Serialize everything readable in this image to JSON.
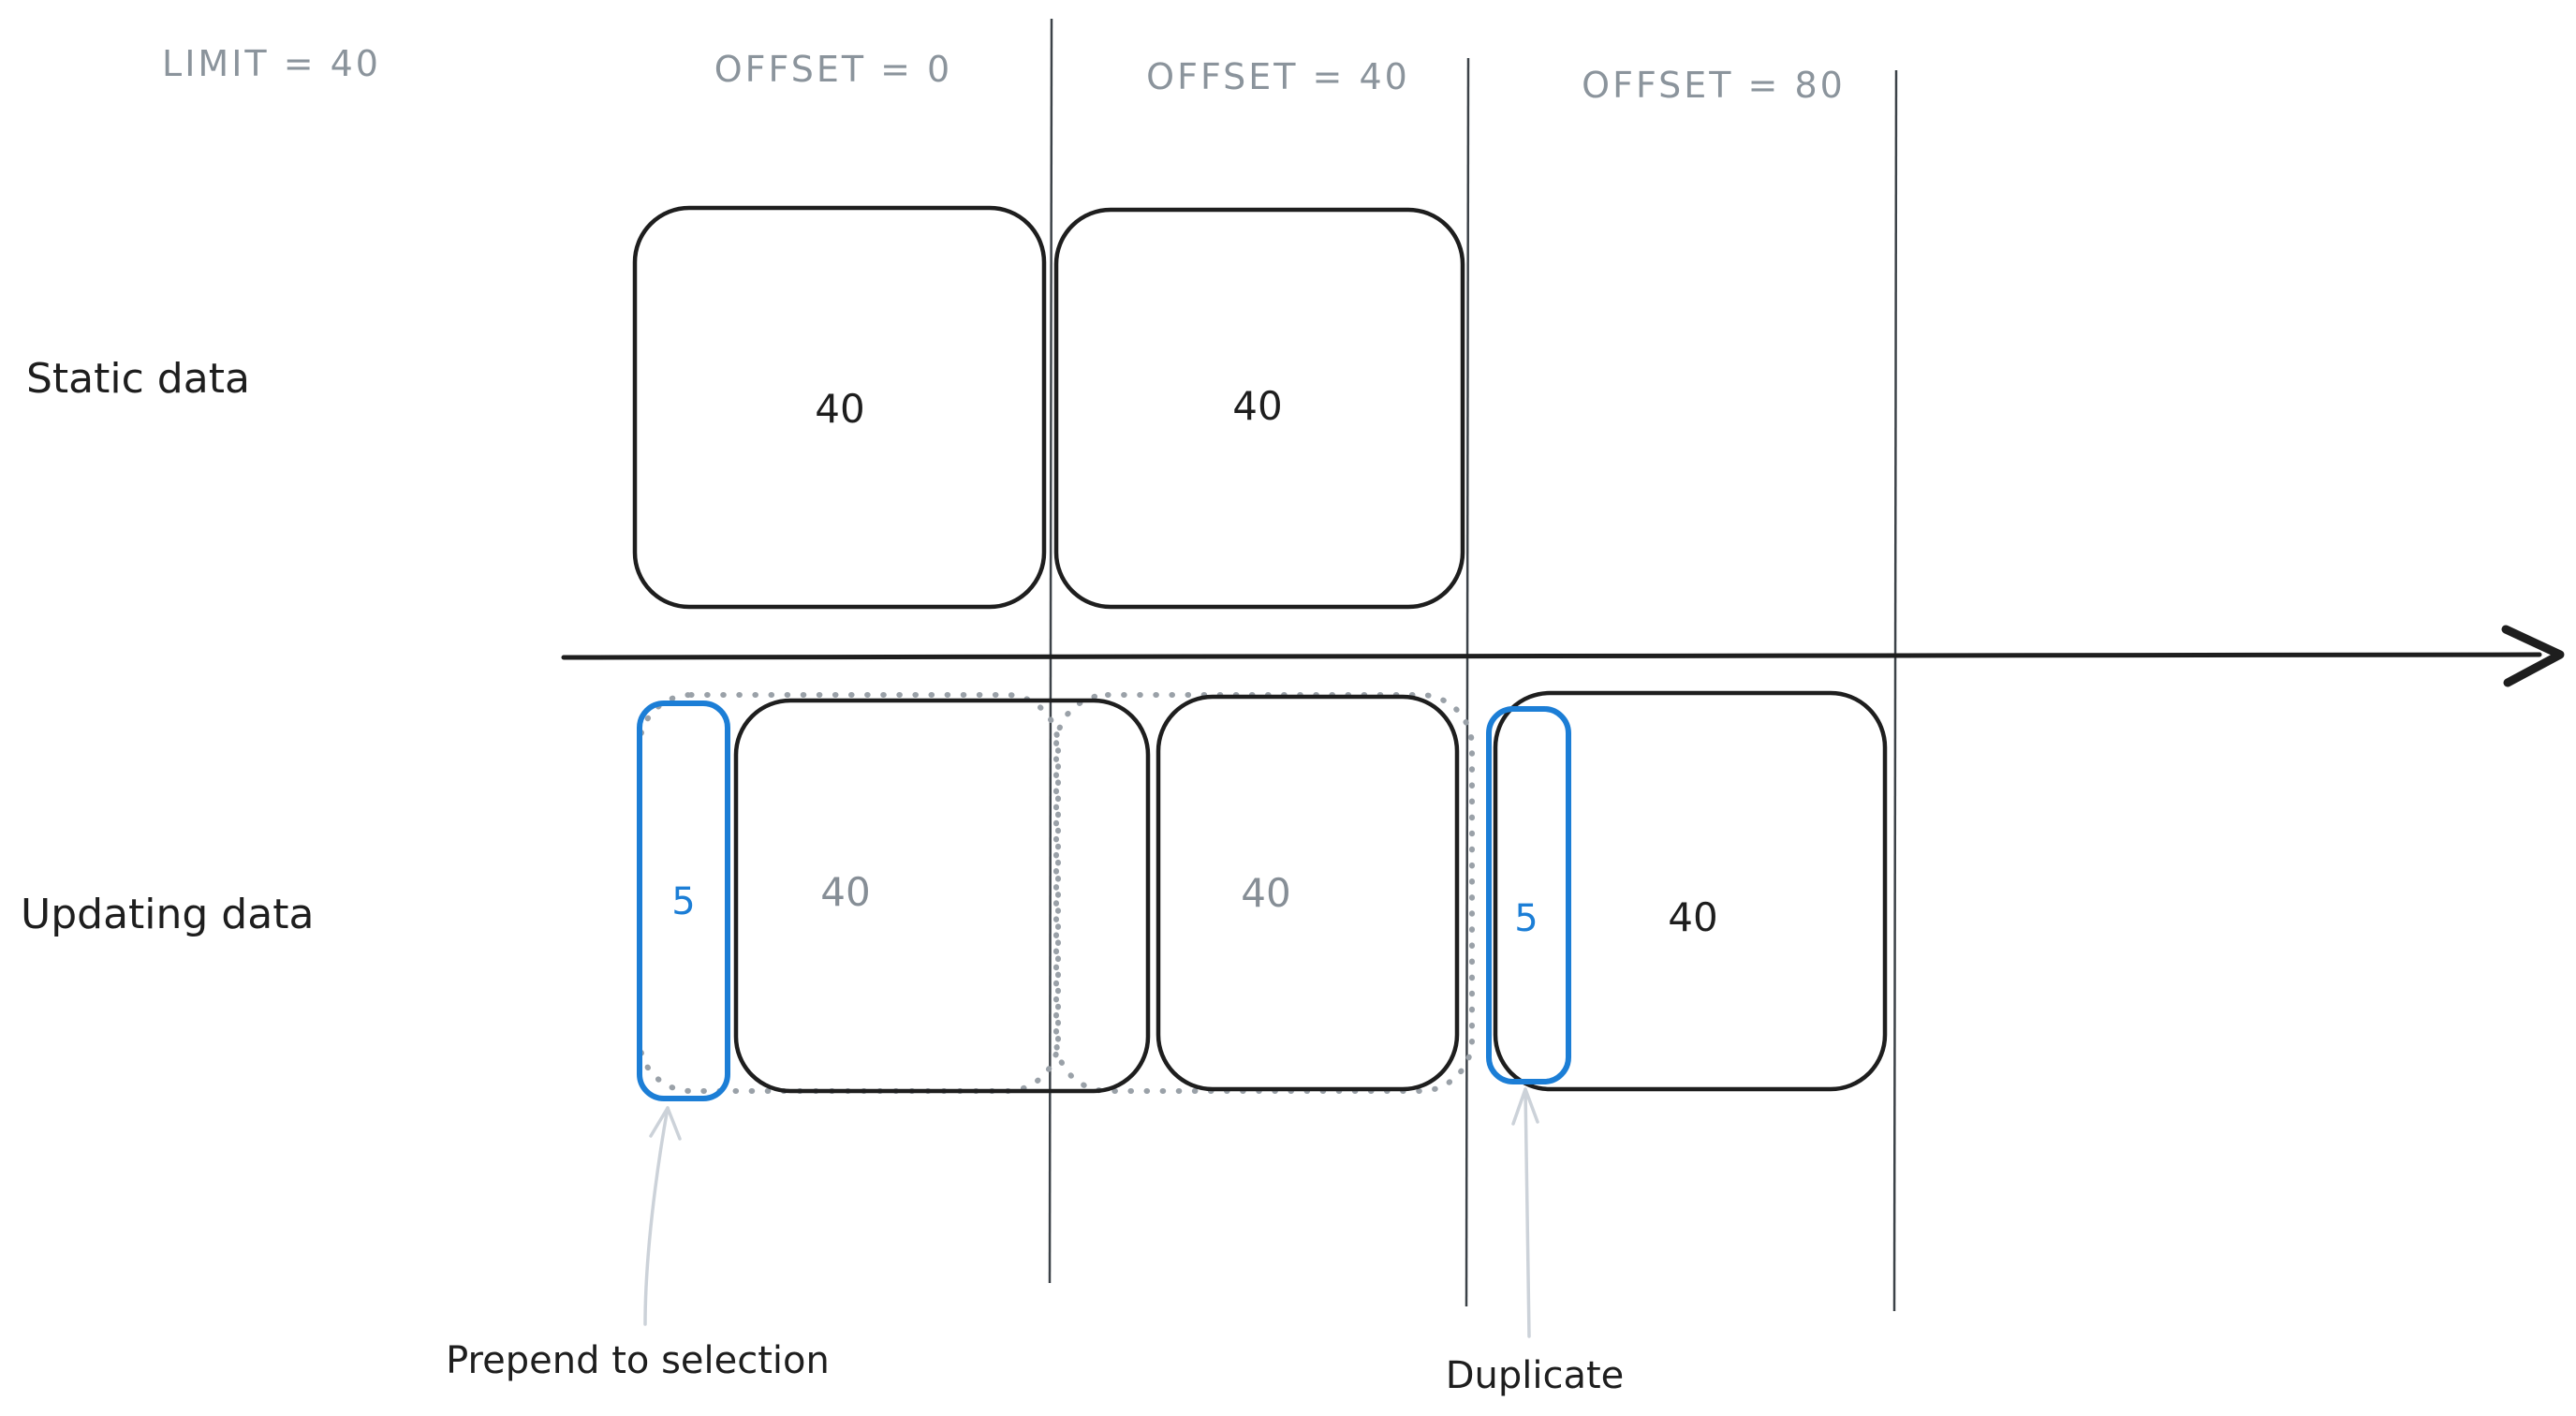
{
  "colors": {
    "ink": "#1e1e1e",
    "header_gray": "#8b949c",
    "value_gray": "#868e96",
    "blue": "#1c7ed6",
    "dotted_gray": "#9aa1a8",
    "divider_gray": "#3c4248",
    "annotation_gray": "#ccd2d9"
  },
  "header": {
    "limit_label": "LIMIT = 40",
    "offset_labels": [
      {
        "label": "OFFSET = 0"
      },
      {
        "label": "OFFSET = 40"
      },
      {
        "label": "OFFSET = 80"
      }
    ]
  },
  "rows": {
    "static": {
      "label": "Static data",
      "boxes": [
        {
          "value": "40",
          "style": "solid"
        },
        {
          "value": "40",
          "style": "solid"
        }
      ]
    },
    "updating": {
      "label": "Updating data",
      "boxes": [
        {
          "value": "5",
          "style": "highlight-blue"
        },
        {
          "value": "40",
          "style": "solid",
          "value_color": "gray"
        },
        {
          "value": "40",
          "style": "solid",
          "value_color": "gray"
        },
        {
          "value": "5",
          "style": "highlight-blue"
        },
        {
          "value": "40",
          "style": "solid",
          "value_color": "black"
        }
      ],
      "ghost_boxes": [
        {
          "style": "dotted"
        },
        {
          "style": "dotted"
        }
      ]
    }
  },
  "annotations": {
    "prepend": "Prepend to selection",
    "duplicate": "Duplicate"
  }
}
